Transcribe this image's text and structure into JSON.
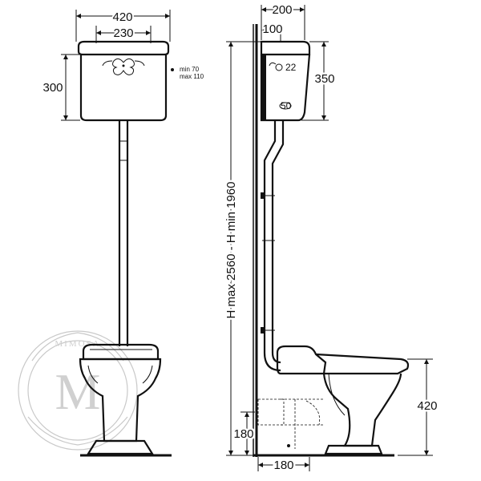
{
  "front_view": {
    "cistern_width": "420",
    "cistern_top_width": "230",
    "cistern_height": "300",
    "water_inlet_note_1": "min 70",
    "water_inlet_note_2": "max 110"
  },
  "side_view": {
    "cistern_depth": "200",
    "wall_offset": "100",
    "cistern_side_height": "350",
    "inlet_diameter": "22",
    "pipe_diameter": "50",
    "install_height": "H max 2560 - H min 1960",
    "bowl_height": "420",
    "outlet_height": "180",
    "outlet_distance": "180"
  },
  "watermark": {
    "letter": "M",
    "text": "MIMOSA"
  },
  "colors": {
    "line": "#111111",
    "watermark": "#c9c9c9"
  }
}
